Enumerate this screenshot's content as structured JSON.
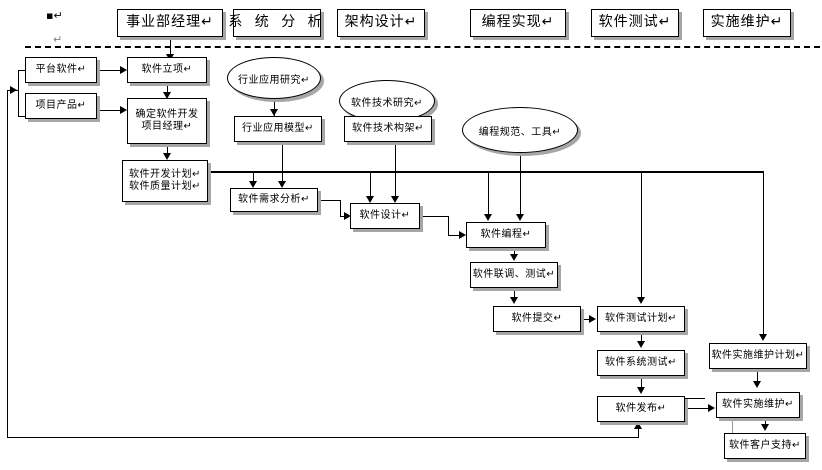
{
  "diagram": {
    "title_marks": {
      "bullet": "▪↵",
      "pilcrow": "↵"
    },
    "swimlane_headers": [
      {
        "id": "hdr-manager",
        "label": "事业部经理↵"
      },
      {
        "id": "hdr-sysanal",
        "label": "系 统 分 析"
      },
      {
        "id": "hdr-archdes",
        "label": "架构设计↵"
      },
      {
        "id": "hdr-coding",
        "label": "编程实现↵"
      },
      {
        "id": "hdr-testing",
        "label": "软件测试↵"
      },
      {
        "id": "hdr-maintain",
        "label": "实施维护↵"
      }
    ],
    "ellipses": [
      {
        "id": "ell-industry-research",
        "label": "行业应用研究↵"
      },
      {
        "id": "ell-tech-research",
        "label": "软件技术研究↵"
      },
      {
        "id": "ell-coding-standards",
        "label": "编程规范、工具↵"
      }
    ],
    "nodes": [
      {
        "id": "n-platform-software",
        "label": "平台软件↵"
      },
      {
        "id": "n-project-product",
        "label": "项目产品↵"
      },
      {
        "id": "n-software-initiation",
        "label": "软件立项↵"
      },
      {
        "id": "n-assign-pm-l1",
        "label": "确定软件开发"
      },
      {
        "id": "n-assign-pm-l2",
        "label": "项目经理↵"
      },
      {
        "id": "n-dev-plan-l1",
        "label": "软件开发计划↵"
      },
      {
        "id": "n-dev-plan-l2",
        "label": "软件质量计划↵"
      },
      {
        "id": "n-industry-model",
        "label": "行业应用模型↵"
      },
      {
        "id": "n-tech-architecture",
        "label": "软件技术构架↵"
      },
      {
        "id": "n-requirement",
        "label": "软件需求分析↵"
      },
      {
        "id": "n-design",
        "label": "软件设计↵"
      },
      {
        "id": "n-coding",
        "label": "软件编程↵"
      },
      {
        "id": "n-integration-test",
        "label": "软件联调、测试↵"
      },
      {
        "id": "n-submit",
        "label": "软件提交↵"
      },
      {
        "id": "n-test-plan",
        "label": "软件测试计划↵"
      },
      {
        "id": "n-system-test",
        "label": "软件系统测试↵"
      },
      {
        "id": "n-release",
        "label": "软件发布↵"
      },
      {
        "id": "n-maintain-plan",
        "label": "软件实施维护计划↵"
      },
      {
        "id": "n-maintain",
        "label": "软件实施维护↵"
      },
      {
        "id": "n-customer-support",
        "label": "软件客户支持↵"
      }
    ],
    "colors": {
      "line": "#000000",
      "shadow": "#a6a6a6",
      "node_fill": "#ffffff",
      "mark": "#808080"
    }
  }
}
